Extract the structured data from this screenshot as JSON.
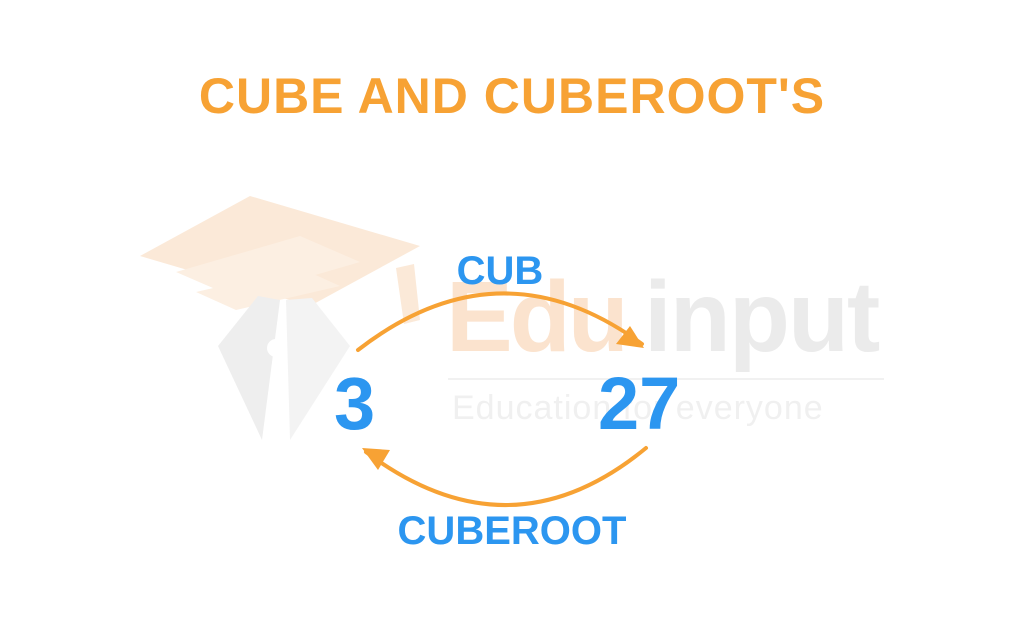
{
  "title": "CUBE AND CUBEROOT'S",
  "diagram": {
    "left_value": "3",
    "right_value": "27",
    "top_arrow_label": "CUB",
    "bottom_arrow_label": "CUBEROOT"
  },
  "watermark": {
    "brand_part1": "Edu",
    "brand_part2": "input",
    "tagline": "Education for everyone"
  },
  "colors": {
    "title": "#F7A234",
    "arrow": "#F7A234",
    "label": "#2C96F0",
    "number": "#2C96F0",
    "watermark_orange": "#FBE9D8",
    "watermark_gray": "#EEEEEE"
  }
}
